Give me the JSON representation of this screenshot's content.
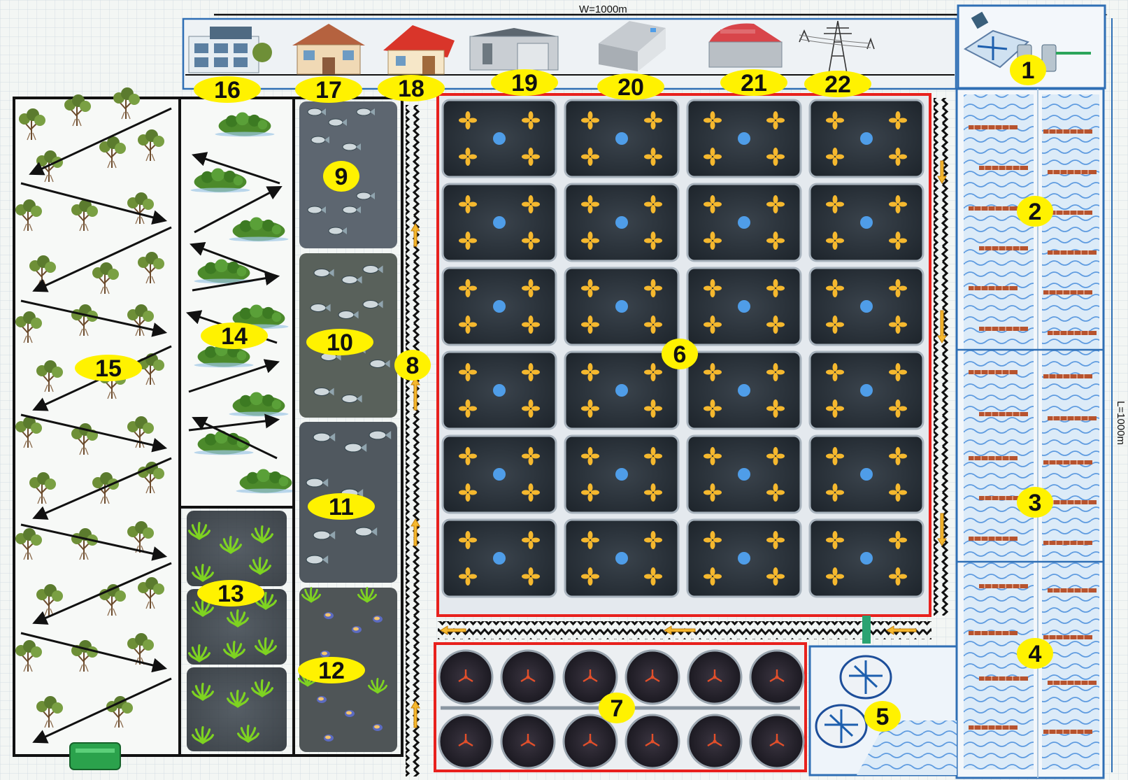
{
  "diagram": {
    "width_label": "W=1000m",
    "length_label": "L=1000m",
    "labels": {
      "n1": "1",
      "n2": "2",
      "n3": "3",
      "n4": "4",
      "n5": "5",
      "n6": "6",
      "n7": "7",
      "n8": "8",
      "n9": "9",
      "n10": "10",
      "n11": "11",
      "n12": "12",
      "n13": "13",
      "n14": "14",
      "n15": "15",
      "n16": "16",
      "n17": "17",
      "n18": "18",
      "n19": "19",
      "n20": "20",
      "n21": "21",
      "n22": "22"
    },
    "colors": {
      "background": "#f3f6f4",
      "grid": "#d6dde3",
      "label_bubble": "#fff200",
      "main_pond_border": "#e8211d",
      "channel_border": "#2f6fb5",
      "pond_water": "#2a323b",
      "aerator": "#f5b82e",
      "center_dot": "#4f9de8",
      "mangrove": "#5b7b2e",
      "seaweed": "#7ed321",
      "treatment_water": "#b9d8f2"
    },
    "icons": {
      "building_16": "office-building-icon",
      "building_17": "house-icon",
      "building_18": "red-roof-house-icon",
      "building_19": "warehouse-icon",
      "building_20": "storage-shed-icon",
      "building_21": "red-roof-shed-icon",
      "building_22": "power-pylon-icon",
      "unit_1": "water-treatment-plant-icon",
      "unit_5": "settling-tank-icon"
    }
  }
}
